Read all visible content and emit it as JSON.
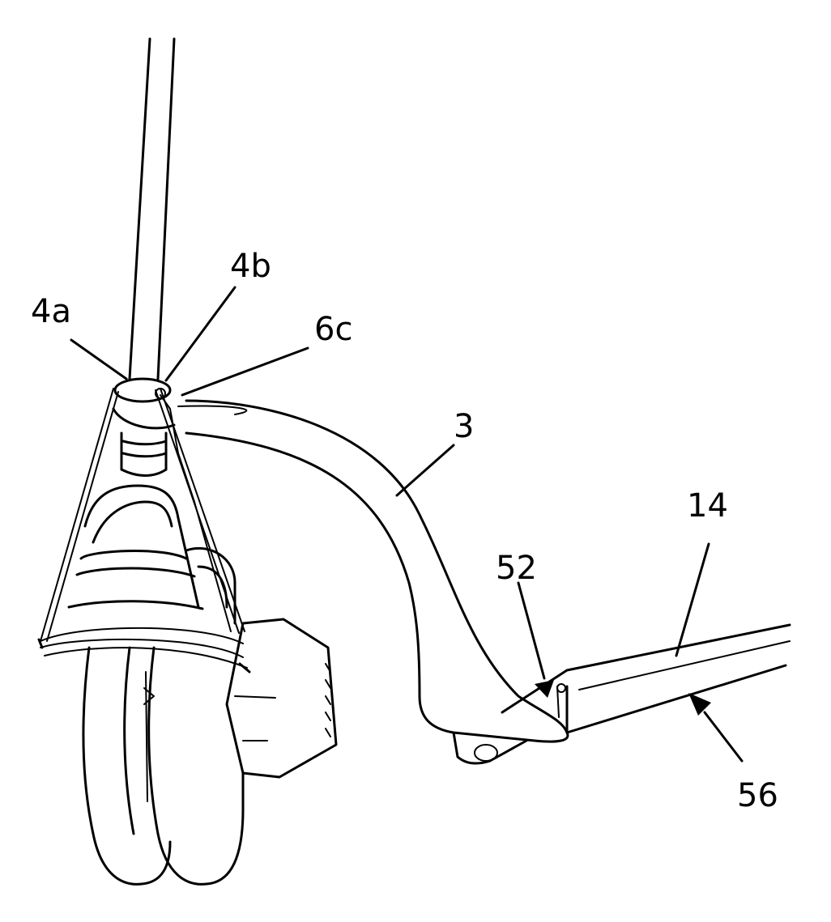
{
  "figure": {
    "subject": "scooter-front-wheel-and-deck",
    "stroke_color": "#000000",
    "background_color": "#ffffff"
  },
  "labels": {
    "ref_4a": "4a",
    "ref_4b": "4b",
    "ref_6c": "6c",
    "ref_3": "3",
    "ref_14": "14",
    "ref_52": "52",
    "ref_56": "56"
  }
}
